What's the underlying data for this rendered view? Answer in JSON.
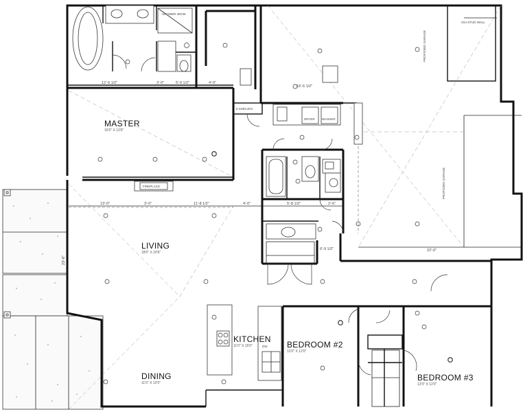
{
  "rooms": {
    "master": {
      "name": "MASTER",
      "dims": "15'0\" X 13'6\""
    },
    "living": {
      "name": "LIVING",
      "dims": "18'0\" X 20'6\""
    },
    "kitchen": {
      "name": "KITCHEN",
      "dims": "11'0\" X 15'0\""
    },
    "dining": {
      "name": "DINING",
      "dims": "11'0\" X 12'0\""
    },
    "bedroom2": {
      "name": "BEDROOM #2",
      "dims": "12'0\" X 12'0\""
    },
    "bedroom3": {
      "name": "BEDROOM #3",
      "dims": "12'0\" X 12'0\""
    }
  },
  "notes": {
    "shower": "SHOWER 48X36",
    "shelves": "5 SHELVES",
    "dw": "DW",
    "dryer": "DRYER",
    "washer": "WASHER",
    "fireplace": "FIREPLACE",
    "garage1": "PROPOSED GARAGE",
    "garage2": "PROPOSED GARAGE",
    "garage_wall": "2X4 STUD WALL"
  },
  "dimensions": {
    "d1": "12'-9 1/2\"",
    "d2": "3'-0\"",
    "d3": "5'-9 1/2\"",
    "d4": "4'-0\"",
    "d5": "15'-6 1/2\"",
    "d6": "13'-0\"",
    "d7": "3'-0\"",
    "d8": "11'-8 1/2\"",
    "d9": "4'-0\"",
    "d10": "5'-8 1/2\"",
    "d11": "2'-6\"",
    "d12": "6'-9 1/2\"",
    "d13": "22'-0\"",
    "d14": "23'-6\""
  }
}
